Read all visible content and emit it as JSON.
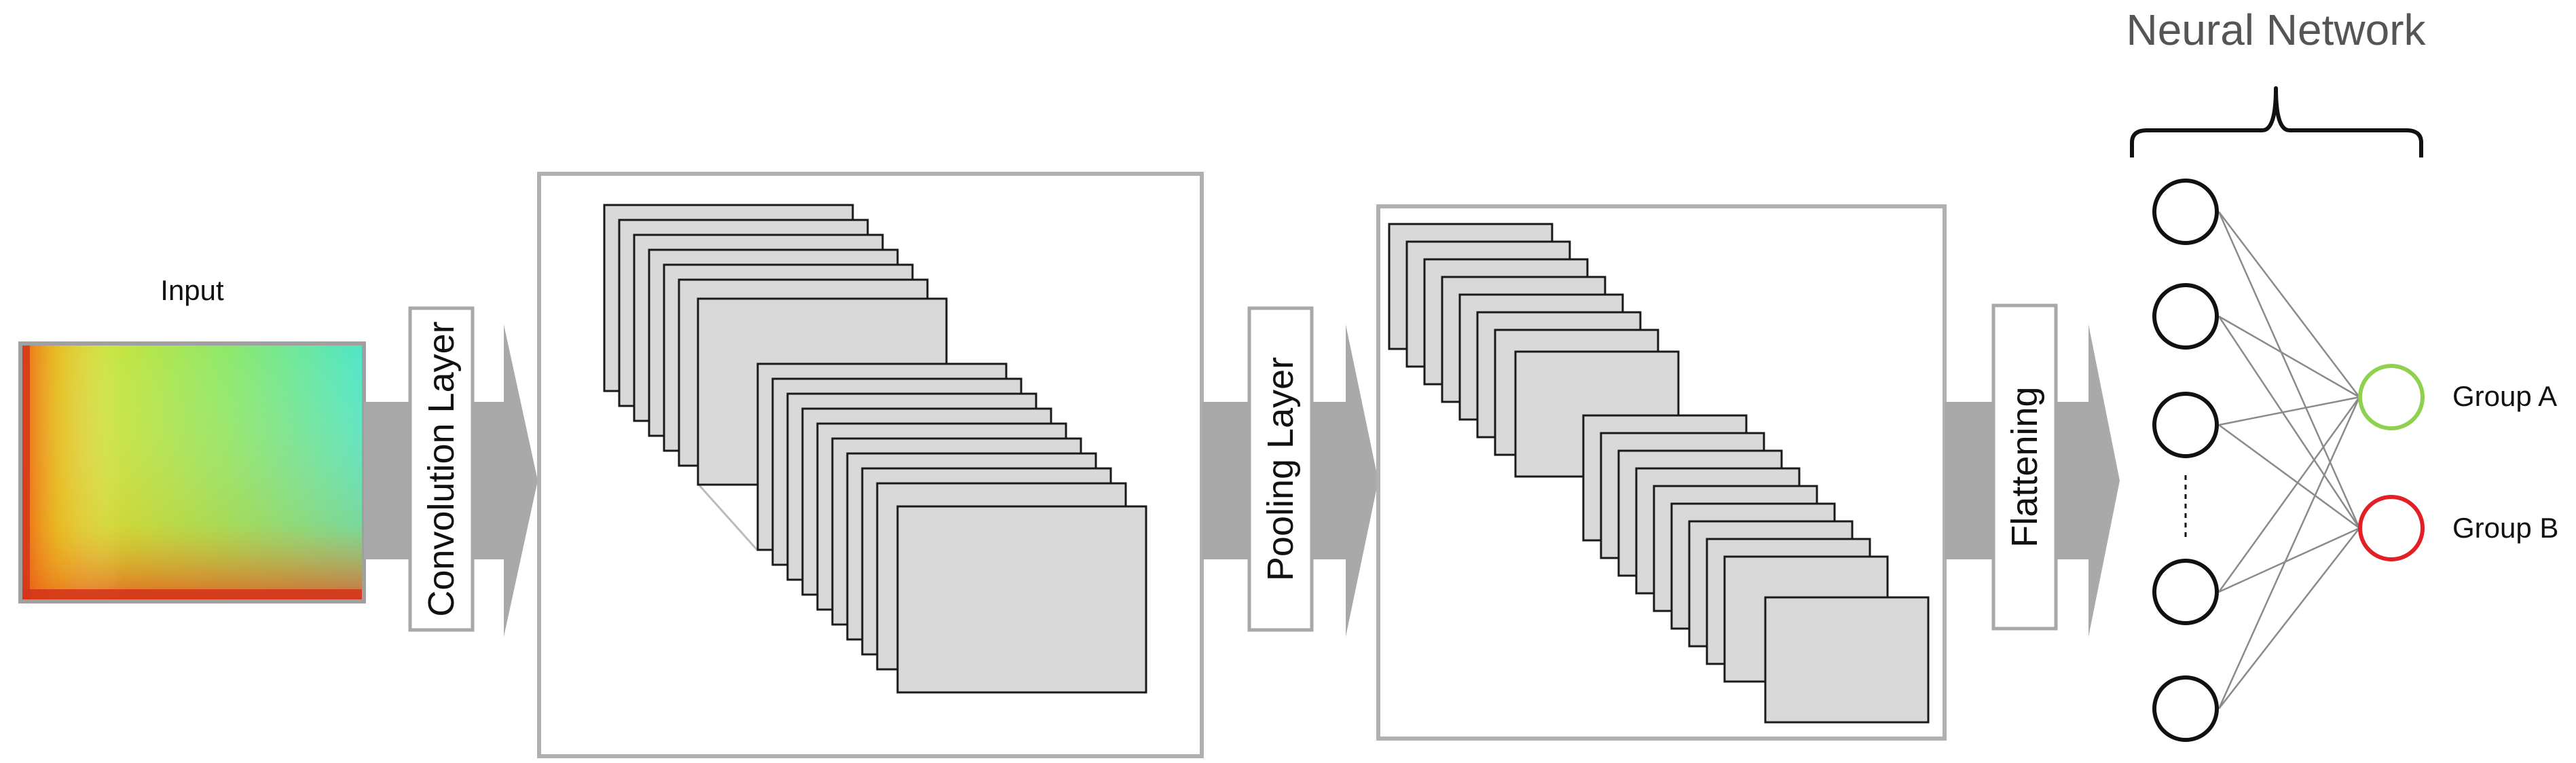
{
  "labels": {
    "input": "Input",
    "convolution": "Convolution Layer",
    "pooling": "Pooling Layer",
    "flattening": "Flattening",
    "neural_network": "Neural Network",
    "group_a": "Group A",
    "group_b": "Group B"
  },
  "colors": {
    "box_border": "#b0b0b0",
    "arrow": "#a9a9a9",
    "map_fill": "#d9d9d9",
    "map_border": "#1a1a1a",
    "node_border": "#111111",
    "group_a": "#8fd14f",
    "group_b": "#e31e24",
    "nn_title": "#555555"
  }
}
